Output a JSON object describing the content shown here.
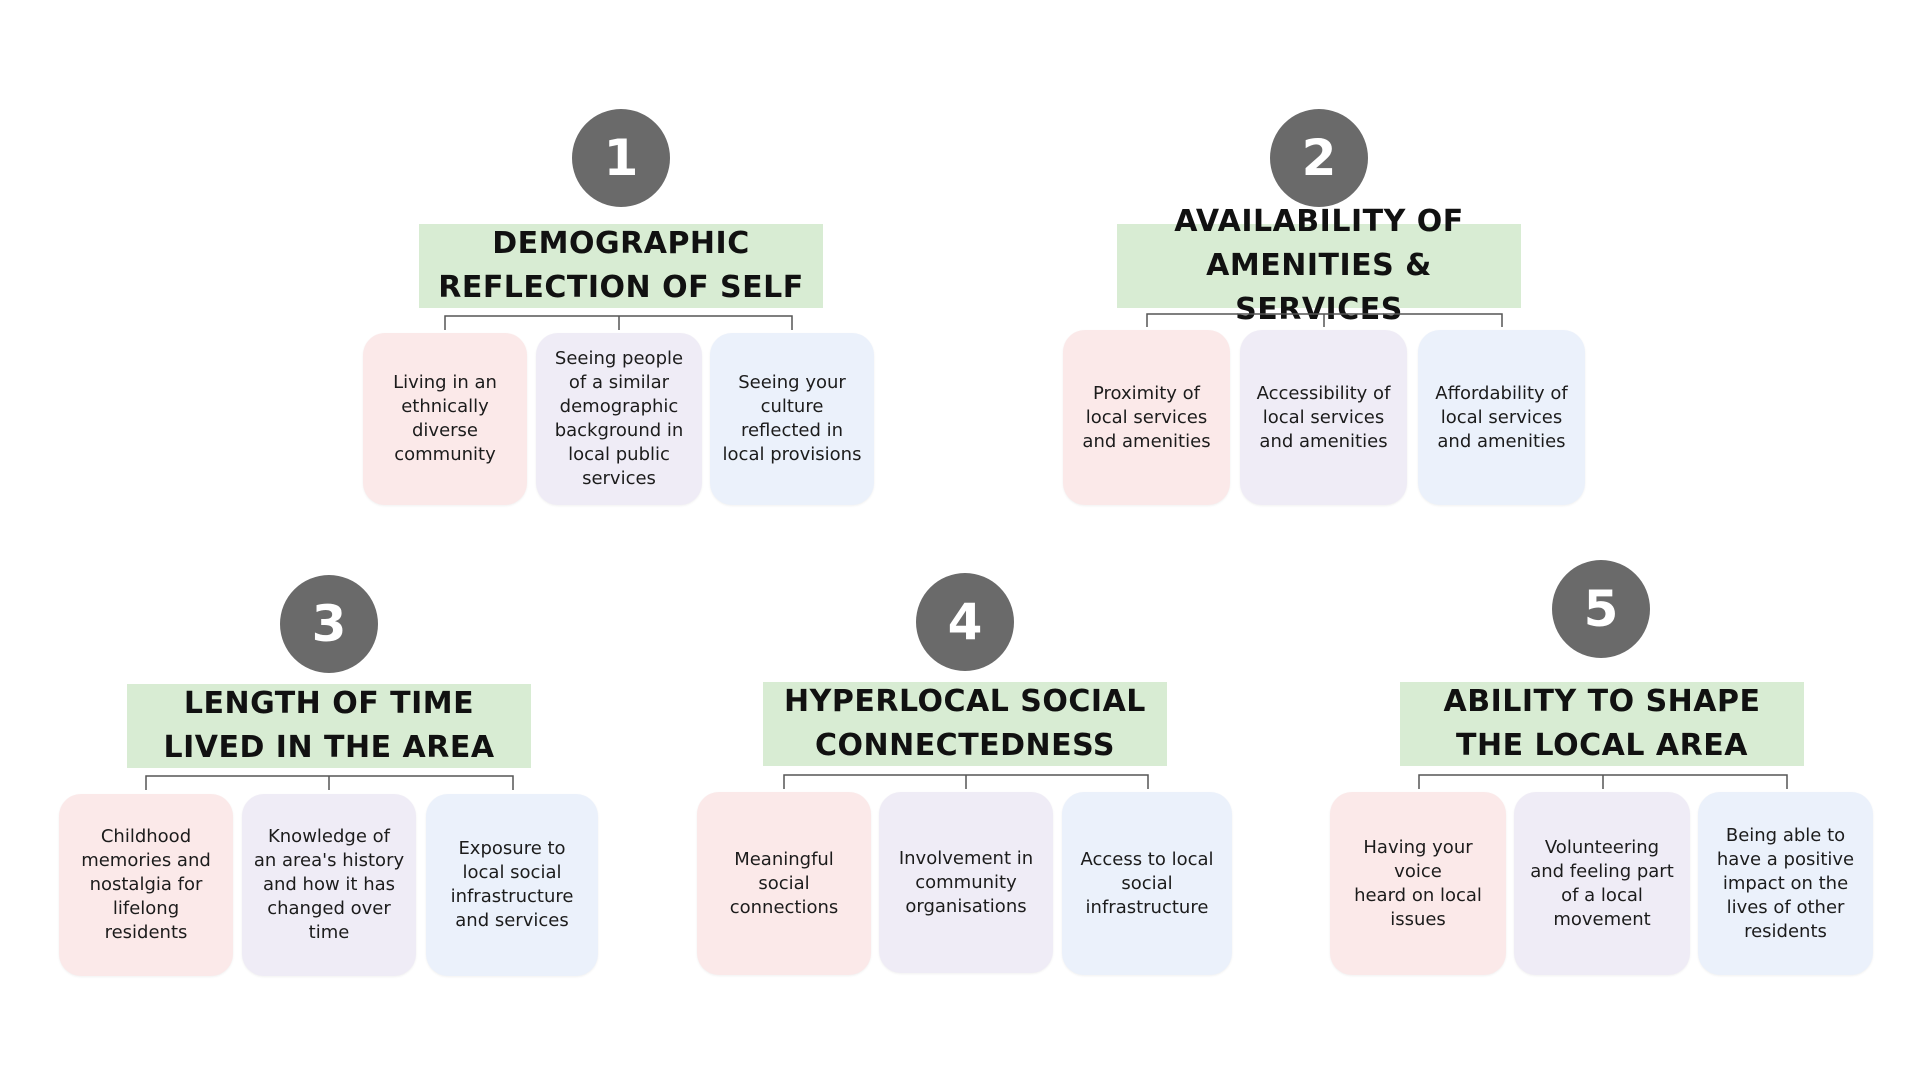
{
  "colors": {
    "circle": "#6a6a6a",
    "title_bg": "#d8ecd3",
    "card_pink": "#fbe9e9",
    "card_lavender": "#efecf6",
    "card_blue": "#ebf1fb",
    "connector": "#555555"
  },
  "groups": [
    {
      "number": "1",
      "title": "DEMOGRAPHIC\nREFLECTION OF SELF",
      "cards": [
        "Living in an\nethnically\ndiverse\ncommunity",
        "Seeing people\nof a similar\ndemographic\nbackground in\nlocal public\nservices",
        "Seeing your\nculture\nreflected in\nlocal provisions"
      ]
    },
    {
      "number": "2",
      "title": "AVAILABILITY OF\nAMENITIES & SERVICES",
      "cards": [
        "Proximity of\nlocal services\nand amenities",
        "Accessibility of\nlocal services\nand amenities",
        "Affordability of\nlocal services\nand amenities"
      ]
    },
    {
      "number": "3",
      "title": "LENGTH OF TIME\nLIVED IN THE AREA",
      "cards": [
        "Childhood\nmemories and\nnostalgia for\nlifelong residents",
        "Knowledge of\nan area's history\nand how it has\nchanged over\ntime",
        "Exposure to\nlocal social\ninfrastructure\nand services"
      ]
    },
    {
      "number": "4",
      "title": "HYPERLOCAL SOCIAL\nCONNECTEDNESS",
      "cards": [
        "Meaningful social\nconnections",
        "Involvement in\ncommunity\norganisations",
        "Access to local\nsocial\ninfrastructure"
      ]
    },
    {
      "number": "5",
      "title": "ABILITY TO SHAPE\nTHE LOCAL AREA",
      "cards": [
        "Having your voice\nheard on local\nissues",
        "Volunteering\nand feeling part\nof a local\nmovement",
        "Being able to\nhave a positive\nimpact on the\nlives of other\nresidents"
      ]
    }
  ]
}
